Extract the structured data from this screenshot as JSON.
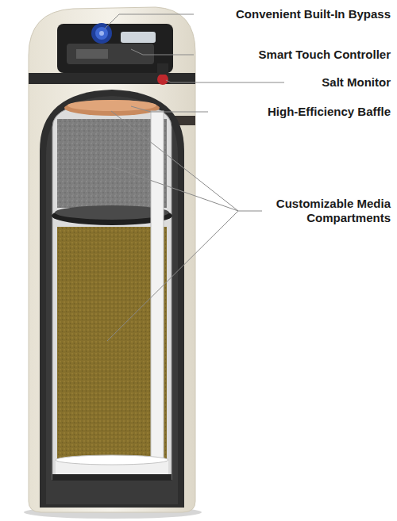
{
  "diagram": {
    "labels": [
      "Convenient Built-In Bypass",
      "Smart Touch Controller",
      "Salt Monitor",
      "High-Efficiency Baffle",
      "Customizable Media Compartments"
    ]
  }
}
